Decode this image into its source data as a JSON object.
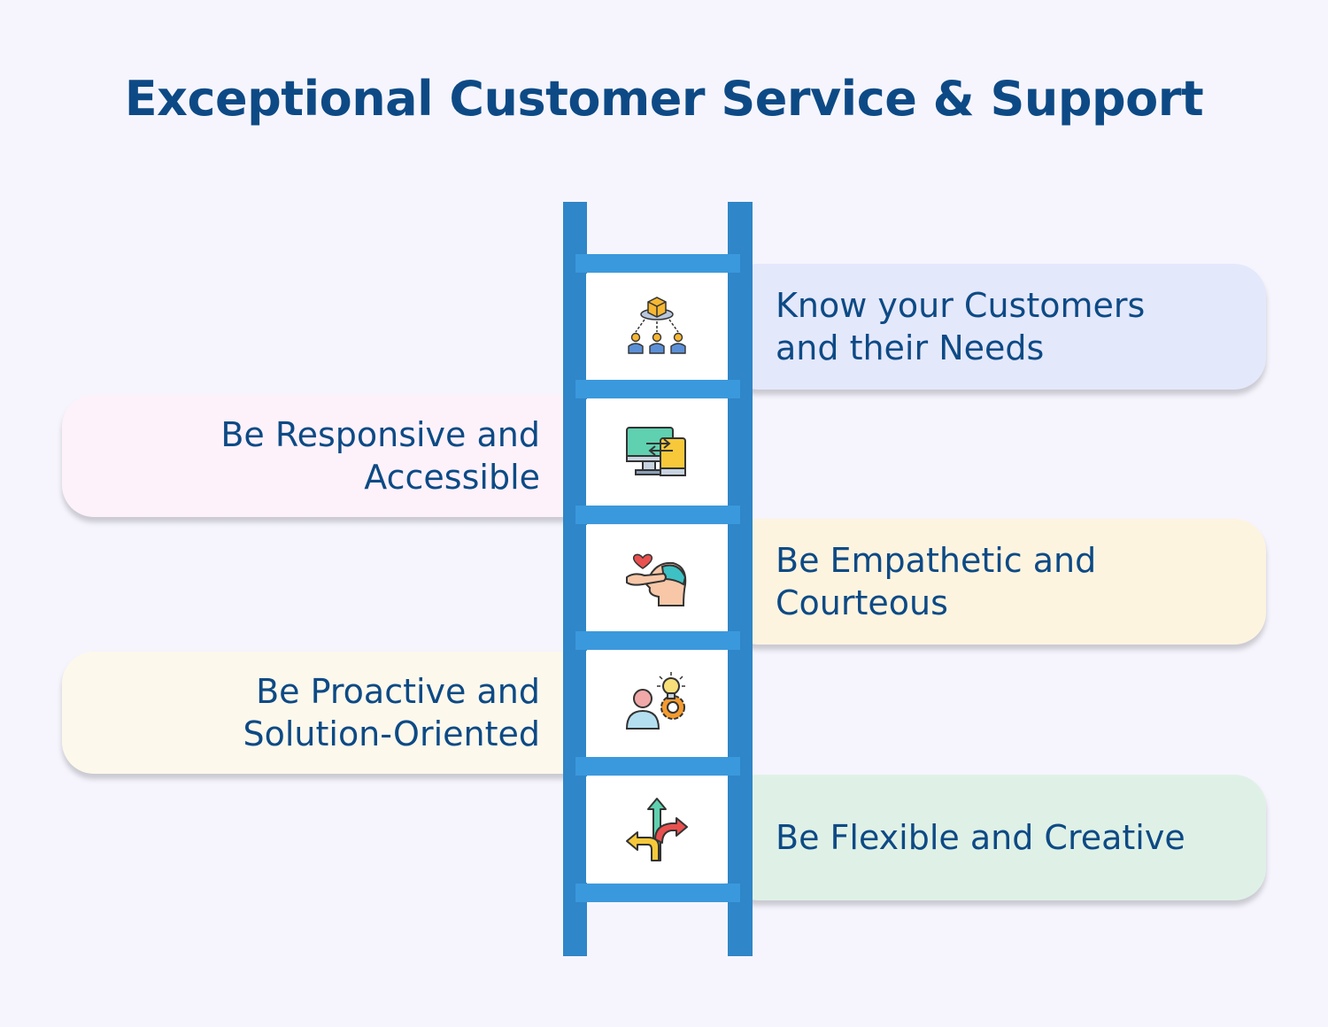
{
  "title": "Exceptional Customer Service & Support",
  "colors": {
    "background": "#f6f5fd",
    "title": "#0d4a85",
    "ladder_rail": "#2f86c8",
    "ladder_rung": "#3a99dc"
  },
  "steps": [
    {
      "text": "Know your Customers\nand their Needs",
      "side": "right",
      "icon": "customer-network-icon",
      "bg": "#e4e8fb"
    },
    {
      "text": "Be Responsive and\nAccessible",
      "side": "left",
      "icon": "devices-sync-icon",
      "bg": "#fdf2fa"
    },
    {
      "text": "Be Empathetic and\nCourteous",
      "side": "right",
      "icon": "empathy-head-heart-icon",
      "bg": "#fdf4e0"
    },
    {
      "text": "Be Proactive and\nSolution-Oriented",
      "side": "left",
      "icon": "idea-gear-person-icon",
      "bg": "#fcf8ec"
    },
    {
      "text": "Be Flexible and Creative",
      "side": "right",
      "icon": "branching-arrows-icon",
      "bg": "#dff1e6"
    }
  ]
}
